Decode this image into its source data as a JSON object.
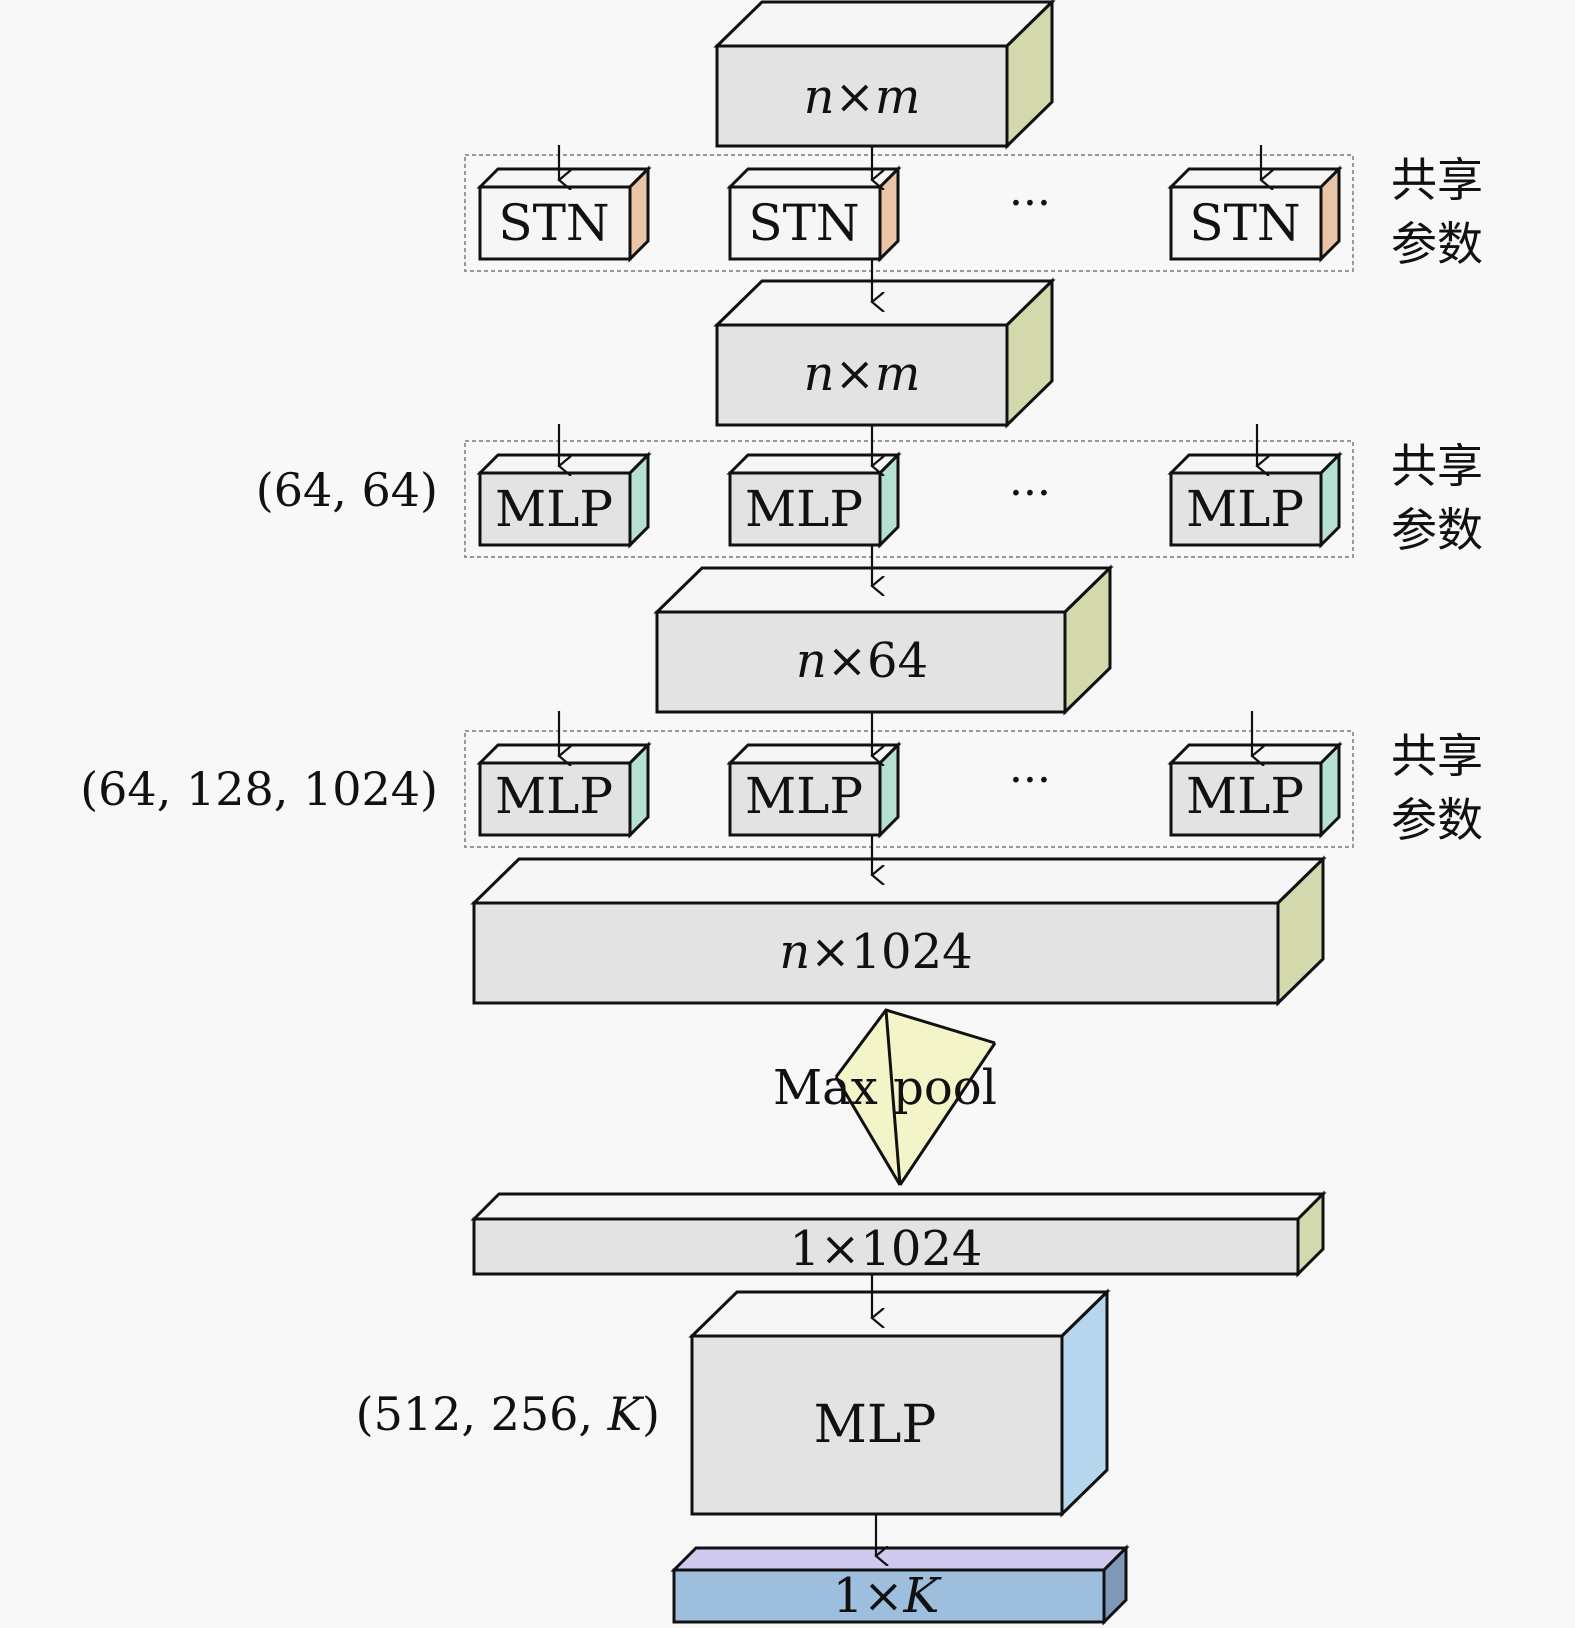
{
  "colors": {
    "background": "#f8f8f8",
    "front_face": "#e3e3e3",
    "top_face": "#f6f6f6",
    "tensor_side": "#d3d8ad",
    "stn_side": "#e9c4a6",
    "mlp_side": "#b6e0d2",
    "mlp_big_side": "#b6d6ee",
    "maxpool_fill": "#f3f5c8",
    "output_front": "#9dbfdd",
    "output_top": "#cfc9ee",
    "output_side": "#7f97b8",
    "stroke": "#111111",
    "group_border": "#999999"
  },
  "tensors": {
    "input": {
      "label_var": "n",
      "label_op": "×",
      "label_dim": "m"
    },
    "after_stn": {
      "label_var": "n",
      "label_op": "×",
      "label_dim": "m"
    },
    "after_mlp1": {
      "label_var": "n",
      "label_op": "×",
      "label_dim": "64"
    },
    "after_mlp2": {
      "label_var": "n",
      "label_op": "×",
      "label_dim": "1024"
    },
    "global_feature": {
      "label_var": "1",
      "label_op": "×",
      "label_dim": "1024"
    },
    "output": {
      "label_var": "1",
      "label_op": "×",
      "label_dim": "K"
    }
  },
  "groups": [
    {
      "block_label": "STN",
      "ellipsis": "···",
      "note_line1": "共享",
      "note_line2": "参数",
      "params": ""
    },
    {
      "block_label": "MLP",
      "ellipsis": "···",
      "note_line1": "共享",
      "note_line2": "参数",
      "params": "(64, 64)"
    },
    {
      "block_label": "MLP",
      "ellipsis": "···",
      "note_line1": "共享",
      "note_line2": "参数",
      "params": "(64, 128, 1024)"
    }
  ],
  "maxpool": {
    "label": "Max pool"
  },
  "final_mlp": {
    "label": "MLP",
    "params_prefix": "(512, 256, ",
    "params_var": "K",
    "params_suffix": ")"
  }
}
